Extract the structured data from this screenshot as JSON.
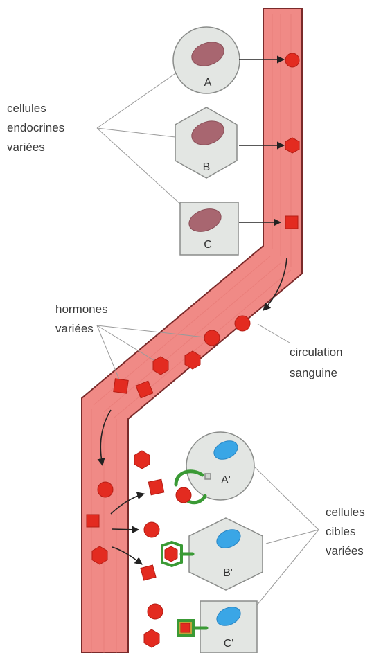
{
  "labels": {
    "endocrine": [
      "cellules",
      "endocrines",
      "variées"
    ],
    "hormones": [
      "hormones",
      "variées"
    ],
    "circulation": [
      "circulation",
      "sanguine"
    ],
    "target": [
      "cellules",
      "cibles",
      "variées"
    ]
  },
  "cells": {
    "endocrine": [
      "A",
      "B",
      "C"
    ],
    "target": [
      "A'",
      "B'",
      "C'"
    ]
  },
  "colors": {
    "vessel_fill": "#f08a86",
    "vessel_stroke": "#7a2a2a",
    "hormone": "#e32b20",
    "hormone_stroke": "#b51d14",
    "cell_fill": "#e3e6e3",
    "cell_stroke": "#8a8c8a",
    "endocrine_nucleus": "#a86670",
    "target_nucleus": "#3aa6e6",
    "receptor": "#3a9a35",
    "receptor_c": "#c5a03a",
    "leader": "#9a9a9a"
  },
  "icons": [
    "round-hormone-icon",
    "hexagon-hormone-icon",
    "square-hormone-icon",
    "receptor-icon",
    "arrow-icon"
  ]
}
